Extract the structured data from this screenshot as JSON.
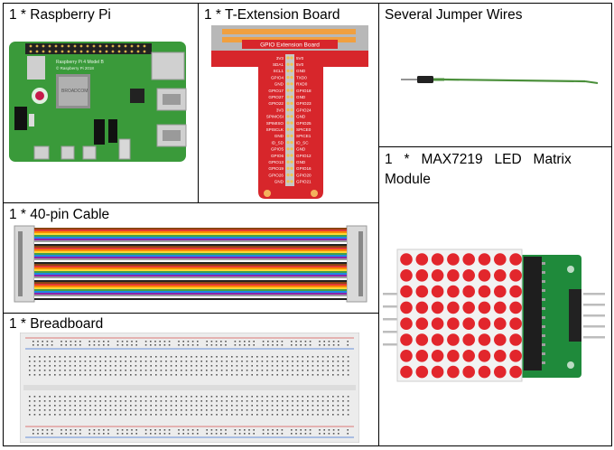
{
  "cells": {
    "raspberry_pi": {
      "label": "1 * Raspberry Pi"
    },
    "t_extension": {
      "label": "1 * T-Extension Board",
      "board_title": "GPIO Extension Board"
    },
    "jumper_wires": {
      "label": "Several Jumper Wires"
    },
    "cable": {
      "label": "1 * 40-pin Cable"
    },
    "max7219": {
      "label_line1": "1   *   MAX7219   LED   Matrix",
      "label_line2": "Module"
    },
    "breadboard": {
      "label": "1 * Breadboard"
    }
  },
  "pi_board": {
    "model_line1": "Raspberry Pi 4 Model B",
    "model_line2": "© Raspberry Pi 2018",
    "chip": "BROADCOM"
  },
  "gpio_pins": {
    "left": [
      "3V3",
      "SDA1",
      "SCL1",
      "GPIO4",
      "GND",
      "GPIO17",
      "GPIO27",
      "GPIO22",
      "3V3",
      "SPIMOSI",
      "SPIMISO",
      "SPISCLK",
      "GND",
      "ID_SD",
      "GPIO5",
      "GPIO6",
      "GPIO13",
      "GPIO19",
      "GPIO26",
      "GND"
    ],
    "right": [
      "5V0",
      "5V0",
      "GND",
      "TXD0",
      "RXD0",
      "GPIO18",
      "GND",
      "GPIO23",
      "GPIO24",
      "GND",
      "GPIO25",
      "SPICE0",
      "SPICE1",
      "ID_SC",
      "GND",
      "GPIO12",
      "GND",
      "GPIO16",
      "GPIO20",
      "GPIO21"
    ]
  },
  "colors": {
    "pi_green": "#3a9a3a",
    "t_board_red": "#d7262b",
    "wire_green": "#4a8f3a",
    "matrix_red": "#e2262c",
    "module_green": "#1f8a3b"
  }
}
